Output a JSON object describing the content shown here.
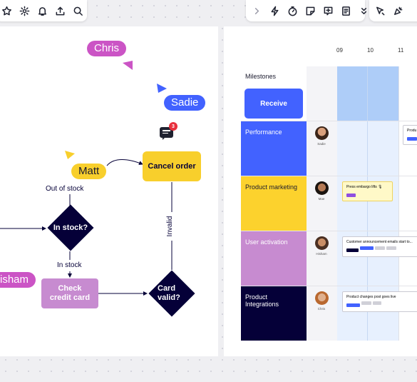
{
  "toolbar_left": {
    "icons": [
      "star-icon",
      "gear-icon",
      "bell-icon",
      "upload-icon",
      "search-icon"
    ]
  },
  "toolbar_right": {
    "icons": [
      "chevron-right-icon",
      "lightning-icon",
      "timer-icon",
      "sticky-note-icon",
      "comment-icon",
      "notes-icon",
      "chevron-double-down-icon"
    ]
  },
  "toolbar_right2": {
    "icons": [
      "select-cursor-icon",
      "reactions-icon",
      "avatar"
    ]
  },
  "flowchart": {
    "cursors": {
      "chris": {
        "label": "Chris",
        "color": "#cb54c5"
      },
      "sadie": {
        "label": "Sadie",
        "color": "#4262ff"
      },
      "matt": {
        "label": "Matt",
        "color": "#f8cf2c"
      },
      "hisham": {
        "label": "isham",
        "color": "#cb54c5"
      }
    },
    "nodes": {
      "cancel_order": "Cancel order",
      "in_stock": "In stock?",
      "check_credit_card": "Check credit card",
      "card_valid": "Card valid?"
    },
    "edge_labels": {
      "out_of_stock": "Out of stock",
      "in_stock": "In stock",
      "invalid": "Invalid"
    },
    "comment_count": "3"
  },
  "timeline": {
    "hours": [
      "09",
      "10",
      "11"
    ],
    "milestones_label": "Milestones",
    "receive_label": "Receive",
    "rows": [
      {
        "label": "Performance",
        "color": "#4262ff",
        "text_color": "#ffffff",
        "person": "Sadie"
      },
      {
        "label": "Product marketing",
        "color": "#fcd22d",
        "text_color": "#1a1a2e",
        "person": "Mae"
      },
      {
        "label": "User activation",
        "color": "#c78bd0",
        "text_color": "#ffffff",
        "person": "Hisham"
      },
      {
        "label": "Product Integrations",
        "color": "#050038",
        "text_color": "#ffffff",
        "person": "Chris"
      }
    ],
    "cards": {
      "performance": "Produ",
      "marketing": "Press embargo lifts 🎙",
      "activation": "Customer announcement emails start to...",
      "integrations": "Product changes post goes live"
    }
  }
}
